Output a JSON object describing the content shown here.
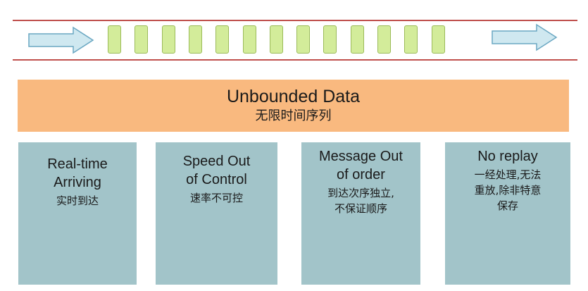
{
  "stream": {
    "block_count": 13,
    "colors": {
      "rail": "#c0504d",
      "arrow_fill": "#cfe8f0",
      "arrow_stroke": "#6aa7c2",
      "block_fill": "#d3ec9a",
      "block_stroke": "#9bbb59"
    }
  },
  "banner": {
    "title": "Unbounded Data",
    "subtitle": "无限时间序列",
    "color": "#f9b97f"
  },
  "cards": [
    {
      "title_lines": [
        "Real-time",
        "Arriving"
      ],
      "sub_lines": [
        "实时到达"
      ]
    },
    {
      "title_lines": [
        "Speed Out",
        "of Control"
      ],
      "sub_lines": [
        "速率不可控"
      ]
    },
    {
      "title_lines": [
        "Message Out",
        "of order"
      ],
      "sub_lines": [
        "到达次序独立,",
        "不保证顺序"
      ]
    },
    {
      "title_lines": [
        "No replay"
      ],
      "sub_lines": [
        "一经处理,无法",
        "重放,除非特意",
        "保存"
      ]
    }
  ],
  "card_color": "#a2c4c9"
}
